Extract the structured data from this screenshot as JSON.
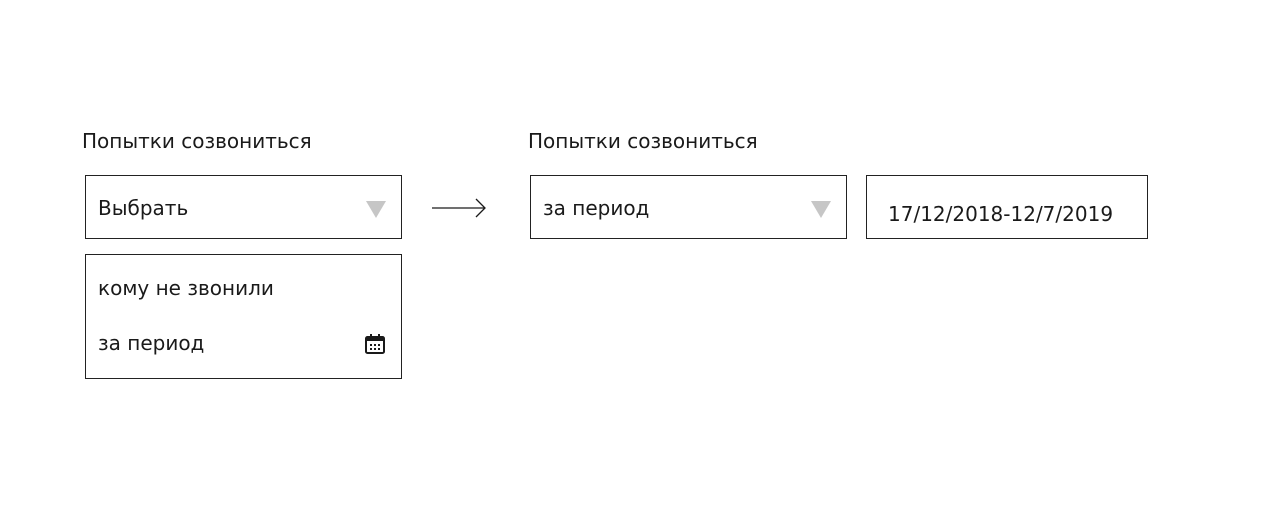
{
  "left_field": {
    "label": "Попытки созвониться",
    "select_value": "Выбрать",
    "options": [
      {
        "label": "кому не звонили"
      },
      {
        "label": "за период",
        "icon": "calendar-icon"
      }
    ]
  },
  "right_field": {
    "label": "Попытки созвониться",
    "select_value": "за период",
    "date_range": "17/12/2018-12/7/2019"
  },
  "colors": {
    "border": "#222222",
    "dropdown_triangle": "#c6c6c6",
    "text": "#1a1a1a"
  }
}
